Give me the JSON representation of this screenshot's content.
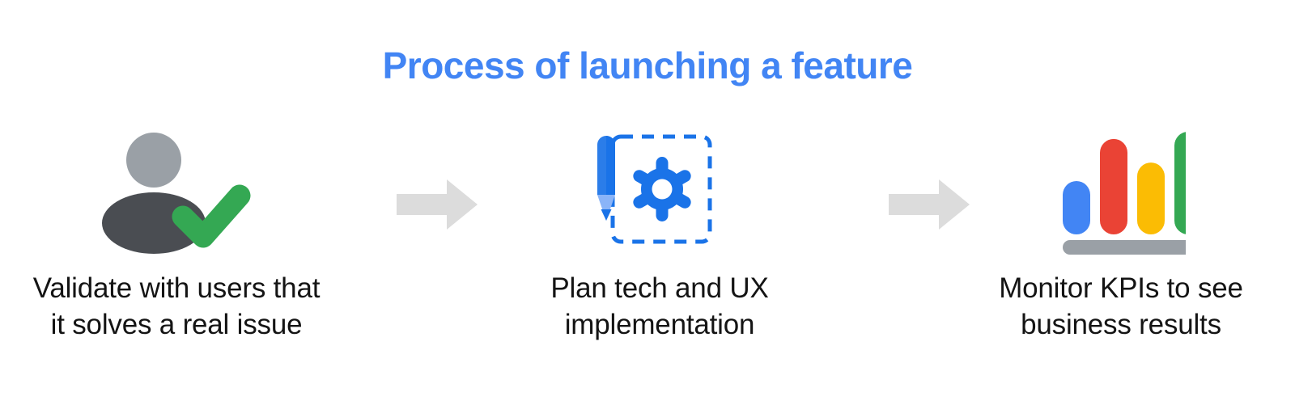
{
  "page": {
    "title": "Process of launching a feature",
    "background_color": "#ffffff",
    "title_color": "#4285F4",
    "caption_color": "#141414"
  },
  "palette": {
    "google_blue": "#4285F4",
    "link_blue": "#1A73E8",
    "light_blue": "#8AB4F8",
    "google_red": "#EA4335",
    "google_yellow": "#FBBC04",
    "google_green": "#34A853",
    "grey_light": "#9AA0A6",
    "grey_dark": "#4A4D52",
    "arrow_grey": "#DCDCDC",
    "bar_base_grey": "#9AA0A6"
  },
  "steps": [
    {
      "index": 1,
      "icon_name": "user-verified-icon",
      "caption_line_1": "Validate with users that",
      "caption_line_2": "it solves a real issue"
    },
    {
      "index": 2,
      "icon_name": "pencil-gear-design-icon",
      "caption_line_1": "Plan tech and UX",
      "caption_line_2": "implementation"
    },
    {
      "index": 3,
      "icon_name": "bar-chart-kpi-icon",
      "caption_line_1": "Monitor KPIs to see",
      "caption_line_2": "business results"
    }
  ],
  "connectors": [
    {
      "index": 1,
      "icon_name": "arrow-right-icon"
    },
    {
      "index": 2,
      "icon_name": "arrow-right-icon"
    }
  ],
  "chart_data": {
    "type": "bar",
    "title": "",
    "categories": [
      "1",
      "2",
      "3",
      "4"
    ],
    "values": [
      52,
      93,
      70,
      100
    ],
    "colors": [
      "#4285F4",
      "#EA4335",
      "#FBBC04",
      "#34A853"
    ],
    "xlabel": "",
    "ylabel": "",
    "ylim": [
      0,
      100
    ],
    "grid": false,
    "legend": "none"
  }
}
